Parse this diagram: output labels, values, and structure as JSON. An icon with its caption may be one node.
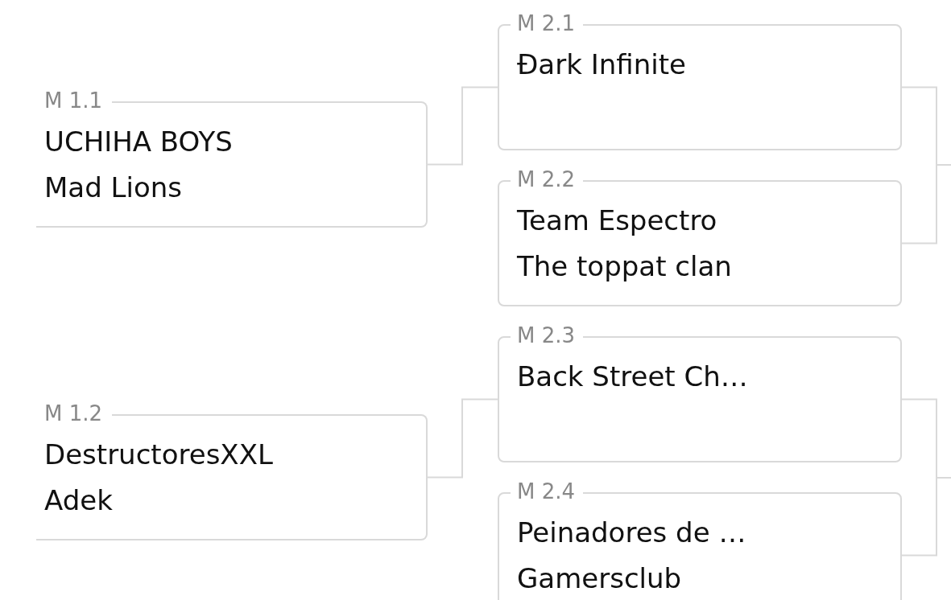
{
  "diagram": {
    "nodes": [
      {
        "text": [
          "M 1.1",
          "UCHIHA BOYS",
          "Mad Lions"
        ]
      },
      {
        "text": [
          "M 1.2",
          "DestructoresXXL",
          "Adek"
        ]
      },
      {
        "text": [
          "M 2.1",
          "Đark Infinite"
        ]
      },
      {
        "text": [
          "M 2.2",
          "Team Espectro",
          "The toppat clan"
        ]
      },
      {
        "text": [
          "M 2.3",
          "Back Street Ch…"
        ]
      },
      {
        "text": [
          "M 2.4",
          "Peinadores de …",
          "Gamersclub"
        ]
      }
    ],
    "edges": [
      {
        "from": 0,
        "to": 2,
        "arrow": "none"
      },
      {
        "from": 1,
        "to": 4,
        "arrow": "none"
      },
      {
        "from": 2,
        "to": null,
        "arrow": "none"
      },
      {
        "from": 3,
        "to": null,
        "arrow": "none"
      },
      {
        "from": 4,
        "to": null,
        "arrow": "none"
      },
      {
        "from": 5,
        "to": null,
        "arrow": "none"
      }
    ]
  }
}
